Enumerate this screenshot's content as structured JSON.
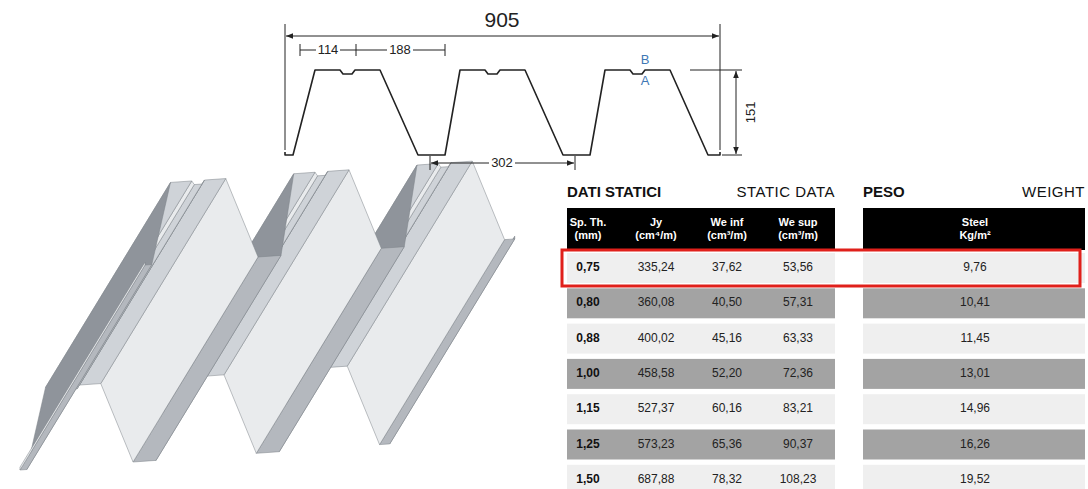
{
  "diagram": {
    "labels": [
      "905",
      "114",
      "188",
      "302",
      "151",
      "B",
      "A",
      "DATI STATICI",
      "STATIC DATA",
      "PESO",
      "WEIGHT",
      "Sp. Th. (mm)",
      "Jy (cm⁴/m)",
      "We inf (cm³/m)",
      "We sup (cm³/m)",
      "Steel Kg/m²",
      "0,75",
      "335,24",
      "37,62",
      "53,56",
      "9,76",
      "0,80",
      "360,08",
      "40,50",
      "57,31",
      "10,41",
      "0,88",
      "400,02",
      "45,16",
      "63,33",
      "11,45",
      "1,00",
      "458,58",
      "52,20",
      "72,36",
      "13,01",
      "1,15",
      "527,37",
      "60,16",
      "83,21",
      "14,96",
      "1,25",
      "573,23",
      "65,36",
      "90,37",
      "16,26",
      "1,50",
      "687,88",
      "78,32",
      "108,23",
      "19,52"
    ]
  }
}
